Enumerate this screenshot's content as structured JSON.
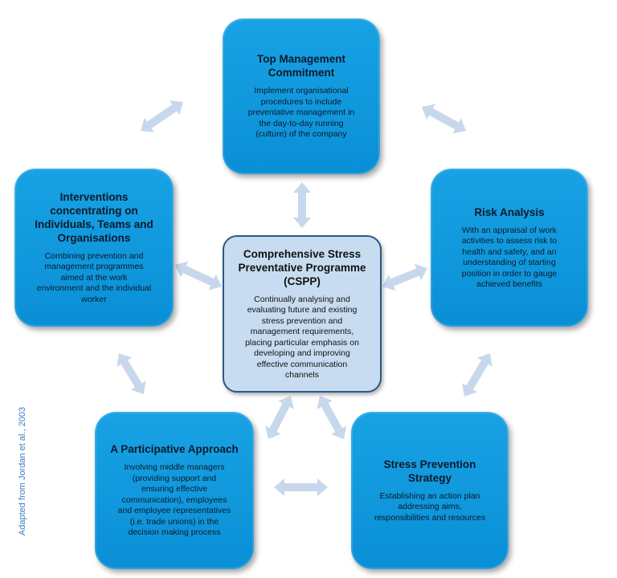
{
  "diagram": {
    "center": {
      "title": "Comprehensive Stress\nPreventative Programme\n(CSPP)",
      "body": "Continually analysing and\nevaluating future and existing\nstress prevention and\nmanagement requirements,\nplacing particular emphasis on\ndeveloping and improving\neffective communication\nchannels"
    },
    "nodes": [
      {
        "id": "top",
        "title": "Top Management\nCommitment",
        "body": "Implement organisational\nprocedures to include\npreventative management in\nthe day-to-day running\n(culture) of the company"
      },
      {
        "id": "risk",
        "title": "Risk Analysis",
        "body": "With an appraisal of work\nactivities to assess risk to\nhealth and safety, and an\nunderstanding of starting\nposition in order to gauge\nachieved benefits"
      },
      {
        "id": "strategy",
        "title": "Stress Prevention\nStrategy",
        "body": "Establishing an action plan\naddressing aims,\nresponsibilities and resources"
      },
      {
        "id": "participative",
        "title": "A Participative Approach",
        "body": "Involving middle managers\n(providing support and\nensuring effective\ncommunication), employees\nand employee representatives\n(i.e. trade unions) in the\ndecision making process"
      },
      {
        "id": "interventions",
        "title": "Interventions\nconcentrating on\nIndividuals, Teams and\nOrganisations",
        "body": "Combining prevention and\nmanagement programmes\naimed at the work\nenvironment and the individual\nworker"
      }
    ],
    "credit": "Adapted from Jordan et al., 2003"
  },
  "colors": {
    "node_fill": "#0a8fd6",
    "center_fill": "#c7dcf0",
    "center_border": "#2b5a86",
    "arrow": "#c8d8ec",
    "credit_text": "#3d7dbf"
  }
}
